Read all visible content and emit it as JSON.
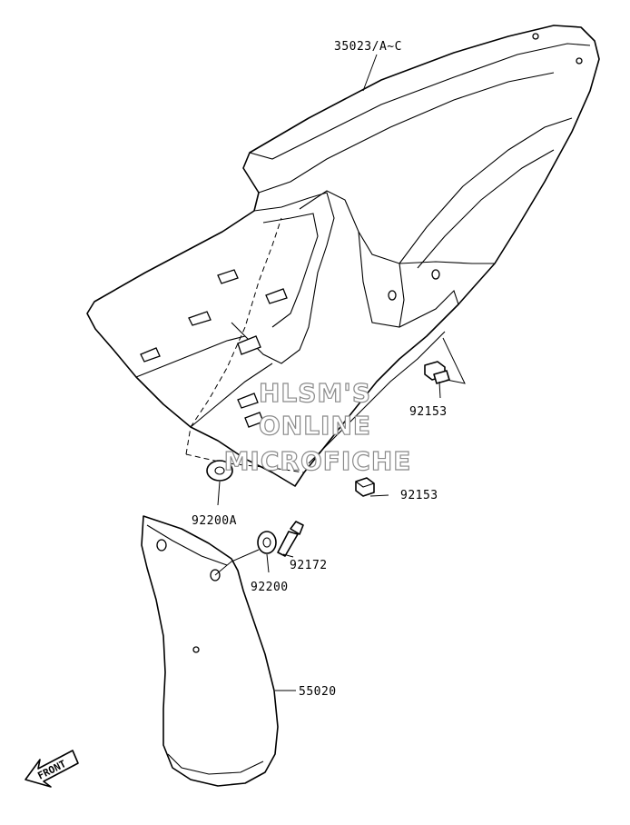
{
  "labels": {
    "fender": "35023/A~C",
    "bolt_upper": "92153",
    "bolt_lower": "92153",
    "washer_a": "92200A",
    "bolt_small": "92172",
    "washer": "92200",
    "mudguard": "55020"
  },
  "front_arrow": "FRONT",
  "watermark": {
    "line1": "HLSM'S",
    "line2": "ONLINE",
    "line3": "MICROFICHE"
  }
}
